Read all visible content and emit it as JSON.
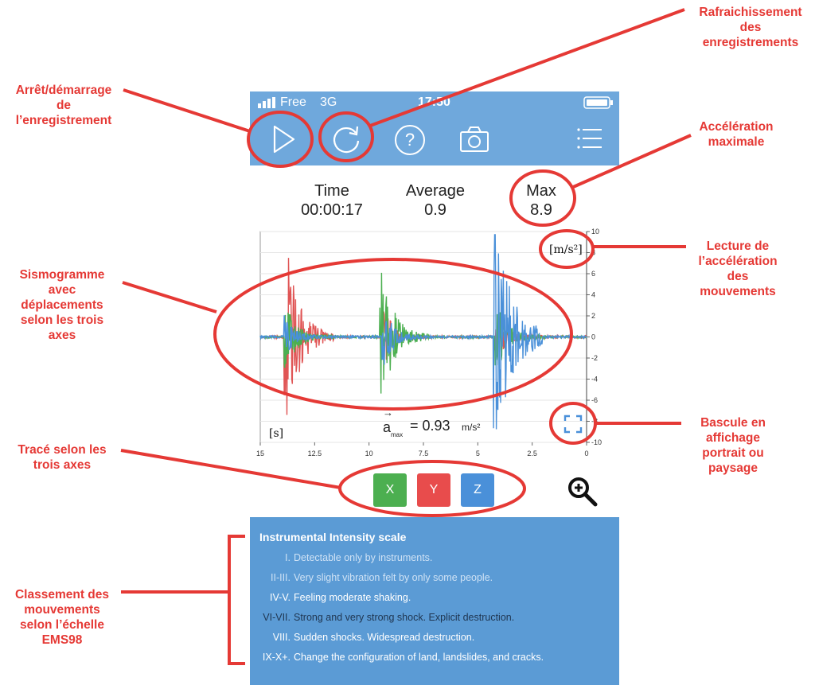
{
  "status_bar": {
    "carrier": "Free",
    "network": "3G",
    "time": "17:50"
  },
  "toolbar": {
    "play_icon": "play-icon",
    "refresh_icon": "refresh-icon",
    "help_label": "?",
    "camera_icon": "camera-icon",
    "menu_icon": "menu-icon"
  },
  "stats": {
    "time_label": "Time",
    "time_value": "00:00:17",
    "average_label": "Average",
    "average_value": "0.9",
    "max_label": "Max",
    "max_value": "8.9"
  },
  "chart_data": {
    "type": "line",
    "unit_label": "[m/s²]",
    "x_unit_label": "[s]",
    "amax_symbol": "a",
    "amax_subscript": "max",
    "amax_value": "= 0.93",
    "amax_unit": "m/s²",
    "x_ticks": [
      "15",
      "12.5",
      "10",
      "7.5",
      "5",
      "2.5",
      "0"
    ],
    "y_ticks": [
      "10",
      "8",
      "6",
      "4",
      "2",
      "0",
      "-2",
      "-4",
      "-6",
      "-8",
      "-10"
    ],
    "xlim": [
      15,
      0
    ],
    "ylim": [
      -10,
      10
    ],
    "series": [
      {
        "color": "#e05555"
      },
      {
        "color": "#4caf50"
      },
      {
        "color": "#4a90d9"
      }
    ]
  },
  "axis_buttons": {
    "x_label": "X",
    "y_label": "Y",
    "z_label": "Z",
    "x_color": "#4caf50",
    "y_color": "#e84c4c",
    "z_color": "#4a90d9"
  },
  "intensity": {
    "title": "Instrumental Intensity scale",
    "rows": [
      {
        "num": "I.",
        "text": "Detectable only by instruments.",
        "color": "#cfe2f5"
      },
      {
        "num": "II-III.",
        "text": "Very slight vibration felt by only some people.",
        "color": "#cfe2f5"
      },
      {
        "num": "IV-V.",
        "text": "Feeling moderate shaking.",
        "color": "#ffffff"
      },
      {
        "num": "VI-VII.",
        "text": "Strong and very strong shock. Explicit destruction.",
        "color": "#1f3550"
      },
      {
        "num": "VIII.",
        "text": "Sudden shocks. Widespread destruction.",
        "color": "#ffffff"
      },
      {
        "num": "IX-X+.",
        "text": "Change the configuration of land, landslides, and cracks.",
        "color": "#ffffff"
      }
    ]
  },
  "annotations": {
    "start_stop": [
      "Arrêt/démarrage",
      "de",
      "l’enregistrement"
    ],
    "refresh": [
      "Rafraichissement",
      "des",
      "enregistrements"
    ],
    "max_accel": [
      "Accélération",
      "maximale"
    ],
    "reading": [
      "Lecture de",
      "l’accélération",
      "des",
      "mouvements"
    ],
    "seismogram": [
      "Sismogramme",
      "avec",
      "déplacements",
      "selon les trois",
      "axes"
    ],
    "toggle": [
      "Bascule en",
      "affichage",
      "portrait ou",
      "paysage"
    ],
    "trace": [
      "Tracé selon les",
      "trois axes"
    ],
    "ems": [
      "Classement des",
      "mouvements",
      "selon l’échelle",
      "EMS98"
    ]
  }
}
